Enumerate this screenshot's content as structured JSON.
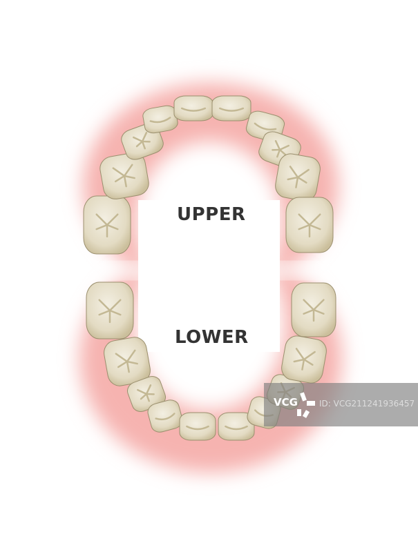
{
  "labels": {
    "upper": "UPPER",
    "lower": "LOWER"
  },
  "watermark": {
    "logo": "VCG",
    "id": "ID: VCG211241936457"
  },
  "colors": {
    "gum": "#f4a7a7",
    "tooth": "#e6dfc8",
    "tooth_edge": "#9a8f6e",
    "text": "#333333"
  }
}
